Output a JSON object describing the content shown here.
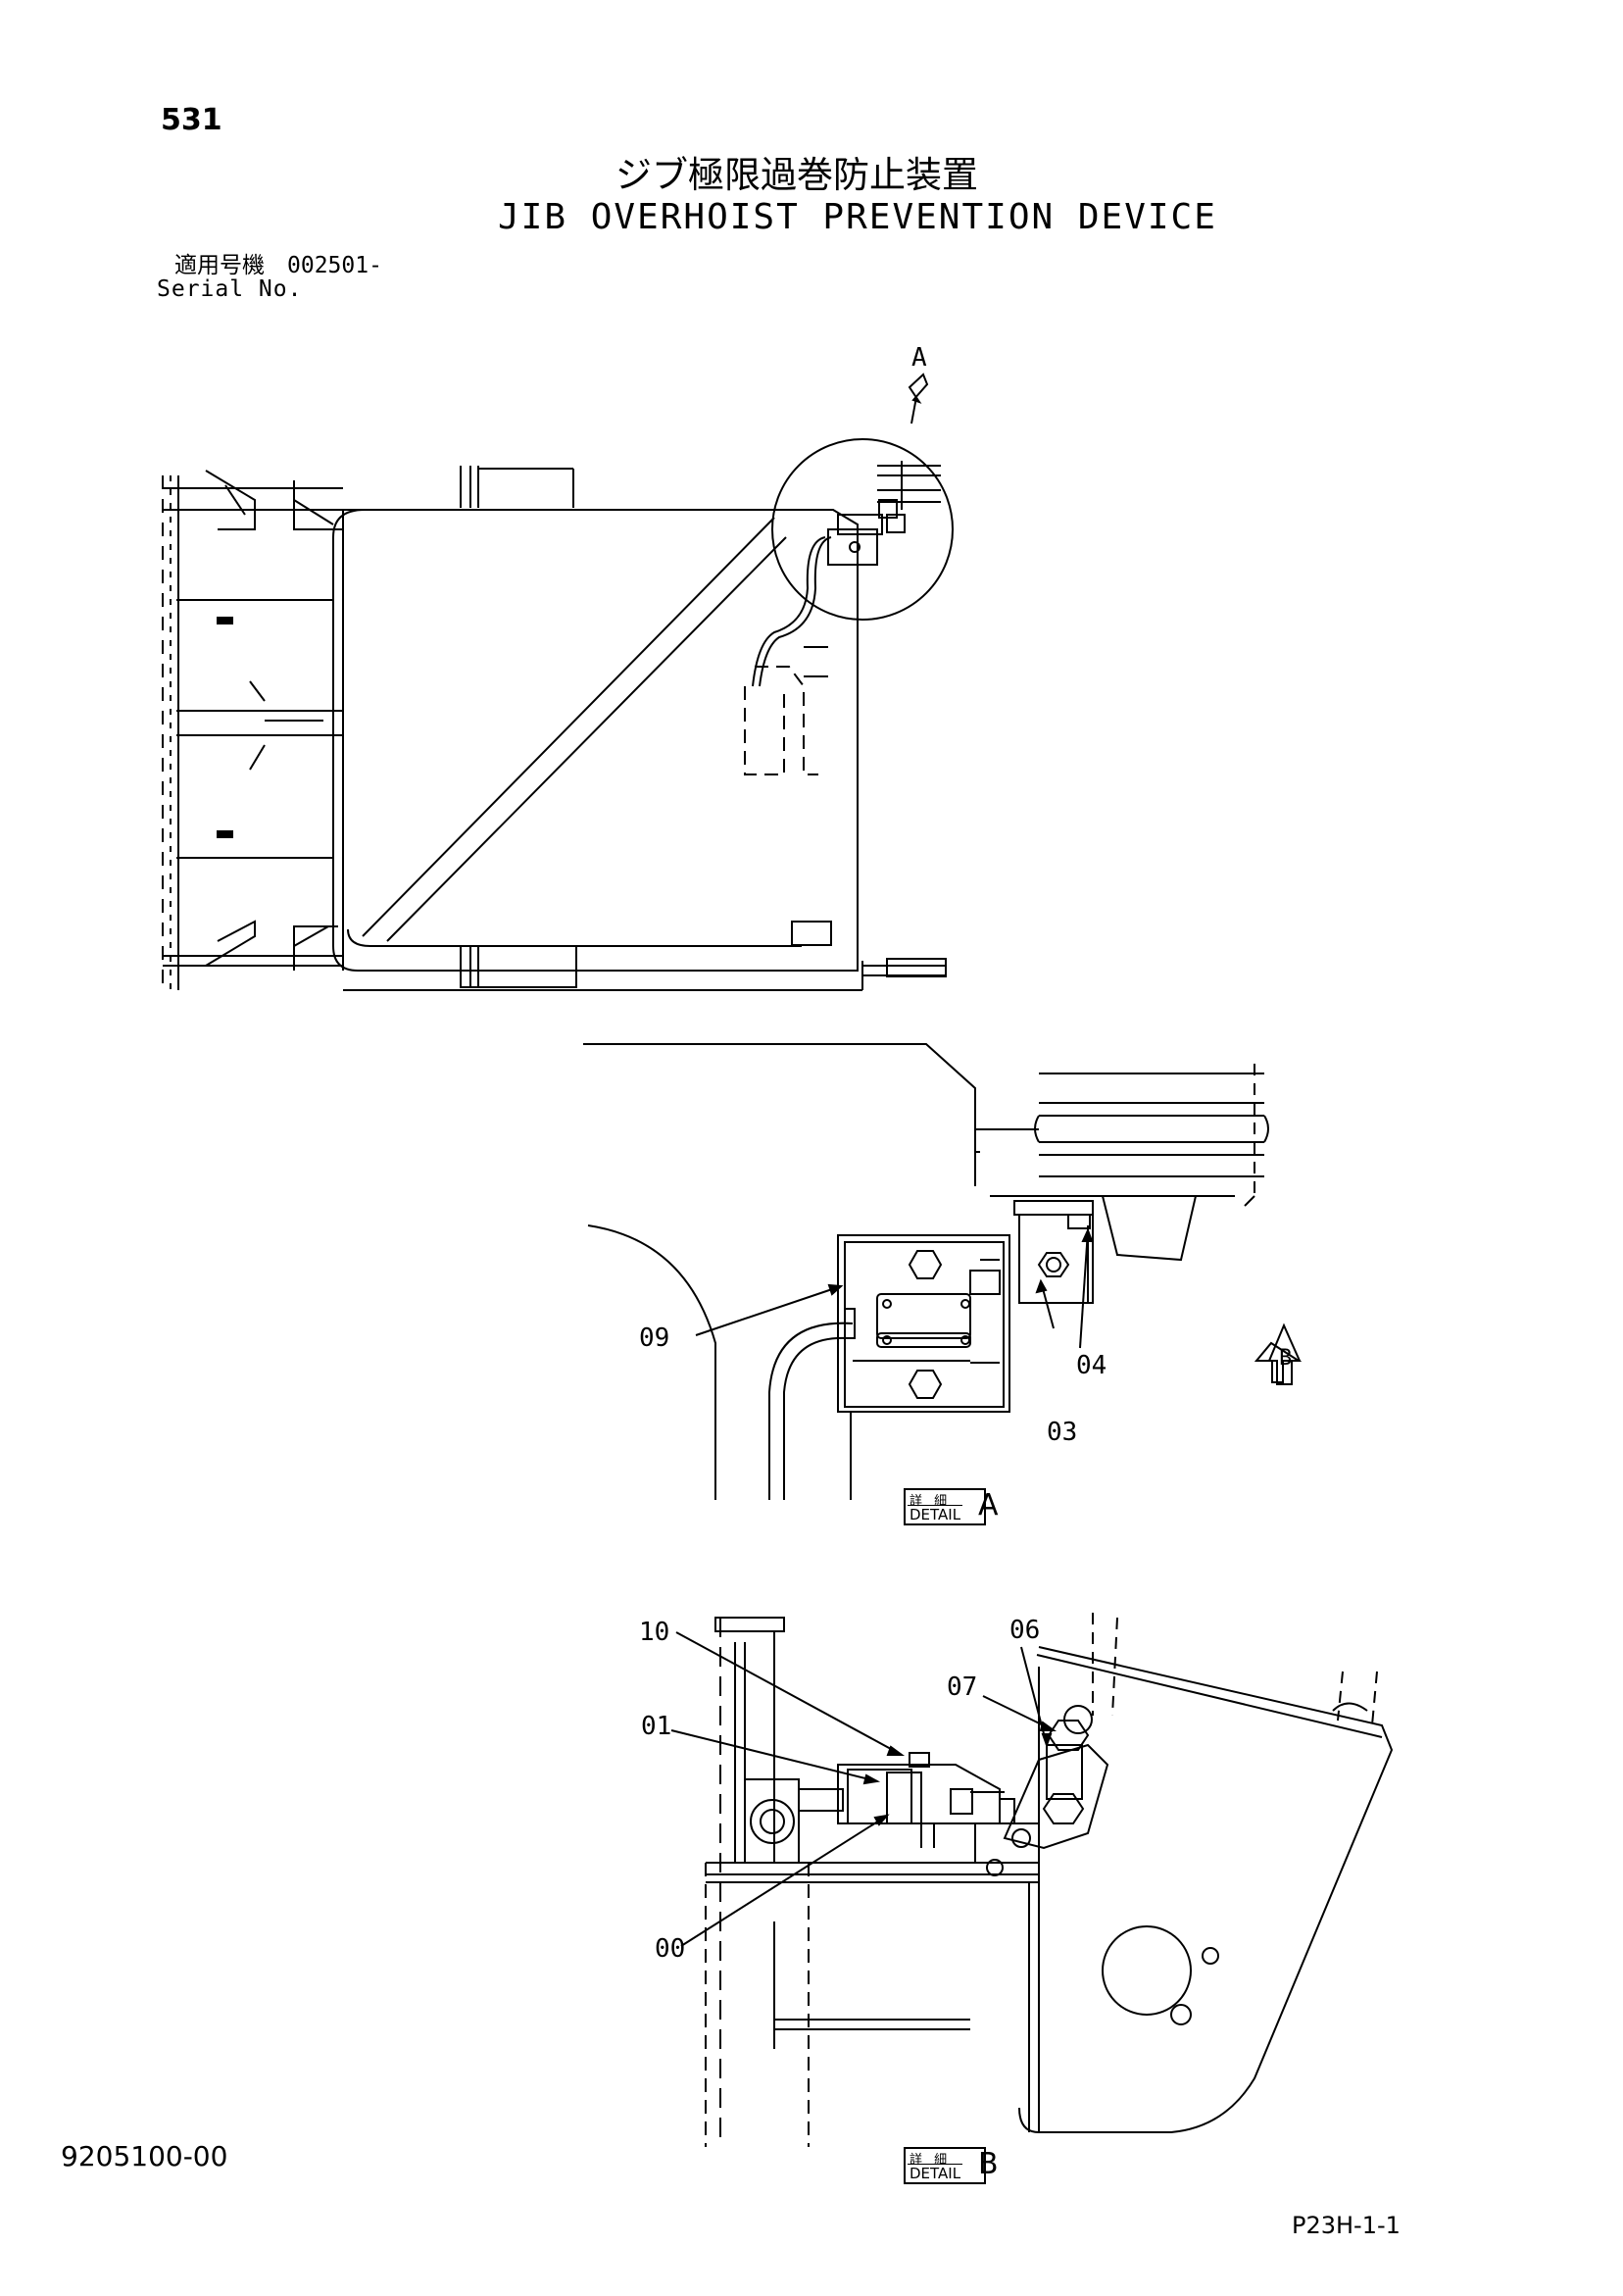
{
  "header": {
    "page_number": "531",
    "title_jp": "ジブ極限過巻防止装置",
    "title_en": "JIB OVERHOIST PREVENTION DEVICE",
    "serial_jp": "適用号機　002501-",
    "serial_en": "Serial No."
  },
  "overview": {
    "view_marker": "A"
  },
  "detail_a": {
    "callouts": [
      "09",
      "04",
      "03"
    ],
    "view_marker": "B",
    "label_jp": "詳 細",
    "label_en": "DETAIL",
    "letter": "A"
  },
  "detail_b": {
    "callouts": [
      "10",
      "01",
      "00",
      "06",
      "07"
    ],
    "label_jp": "詳 細",
    "label_en": "DETAIL",
    "letter": "B"
  },
  "footer": {
    "doc_number": "9205100-00",
    "page_code": "P23H-1-1"
  }
}
